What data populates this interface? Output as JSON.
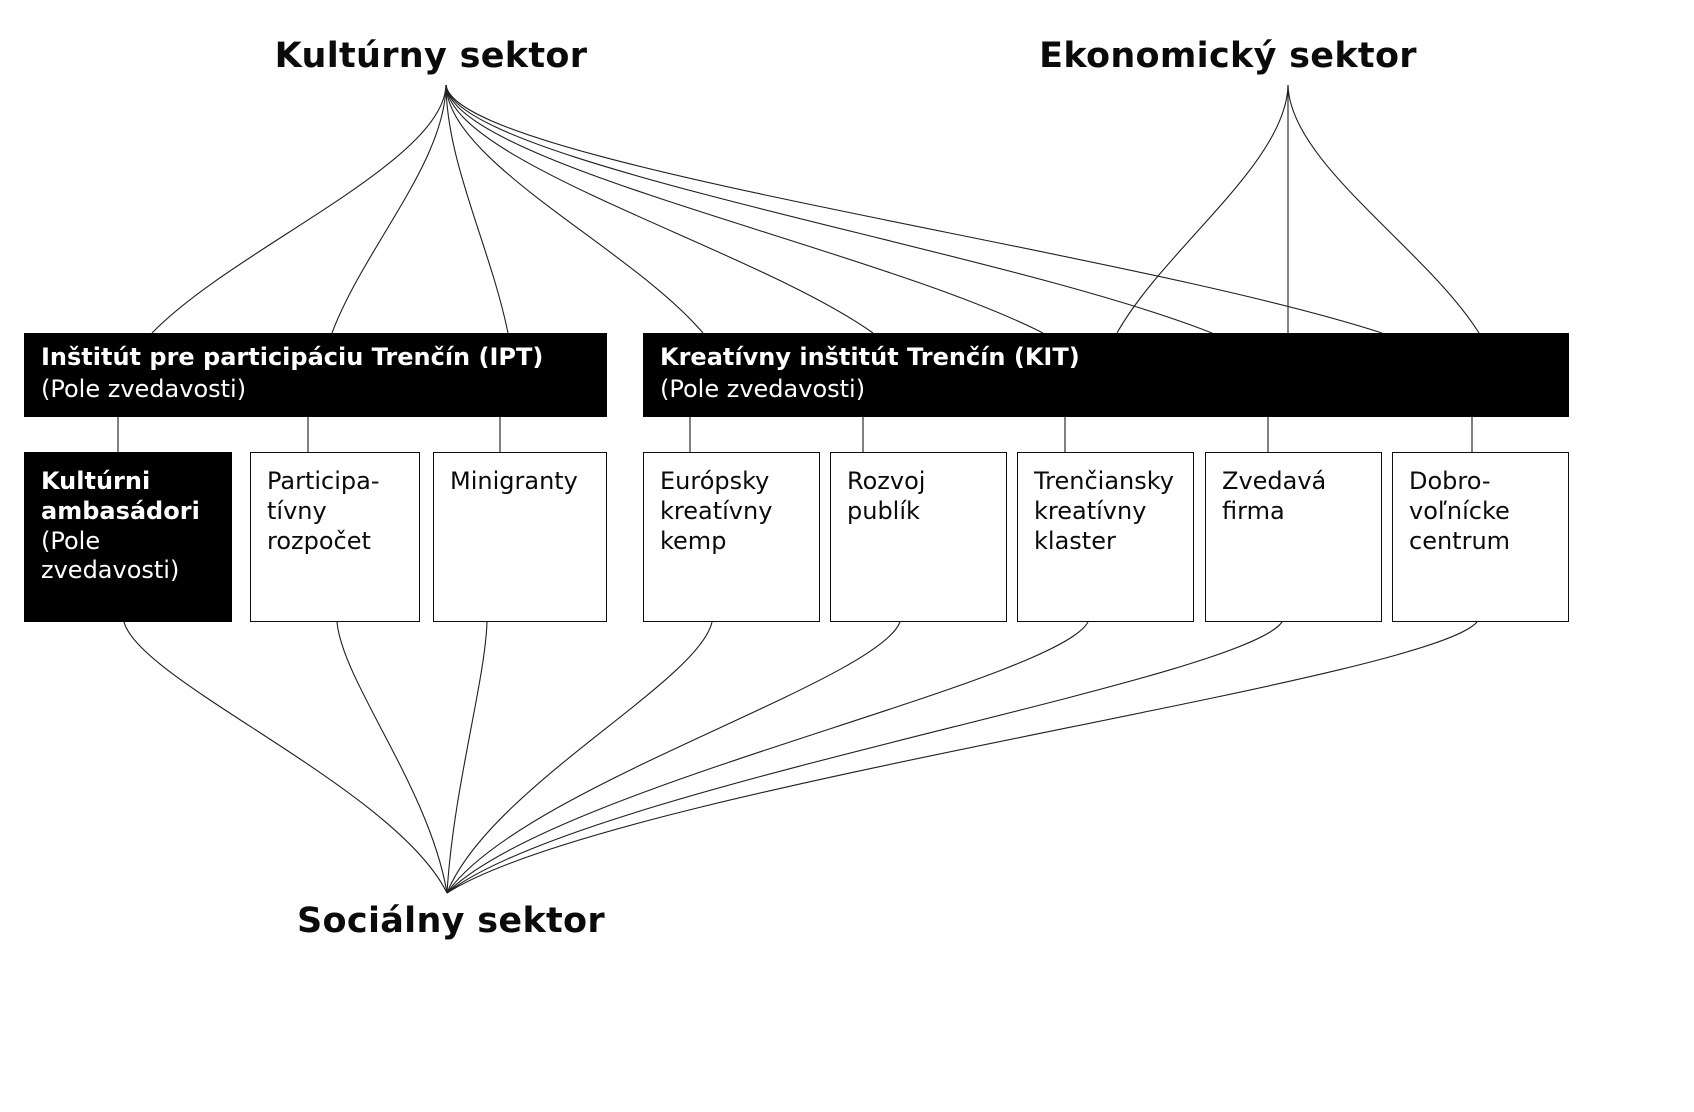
{
  "diagram": {
    "sectors": {
      "kulturny": {
        "label": "Kultúrny sektor"
      },
      "ekonomicky": {
        "label": "Ekonomický sektor"
      },
      "socialny": {
        "label": "Sociálny sektor"
      }
    },
    "institutes": {
      "ipt": {
        "title": "Inštitút pre participáciu Trenčín (IPT)",
        "subtitle": "(Pole zvedavosti)"
      },
      "kit": {
        "title": "Kreatívny inštitút Trenčín (KIT)",
        "subtitle": "(Pole zvedavosti)"
      }
    },
    "projects": [
      {
        "id": "b1",
        "label": "Kultúrni\nambasádori",
        "subtitle": "(Pole\nzvedavosti)",
        "highlighted": true,
        "parent": "ipt"
      },
      {
        "id": "b2",
        "label": "Participa-\ntívny\nrozpočet",
        "subtitle": "",
        "highlighted": false,
        "parent": "ipt"
      },
      {
        "id": "b3",
        "label": "Minigranty",
        "subtitle": "",
        "highlighted": false,
        "parent": "ipt"
      },
      {
        "id": "b4",
        "label": "Európsky\nkreatívny\nkemp",
        "subtitle": "",
        "highlighted": false,
        "parent": "kit"
      },
      {
        "id": "b5",
        "label": "Rozvoj\npublík",
        "subtitle": "",
        "highlighted": false,
        "parent": "kit"
      },
      {
        "id": "b6",
        "label": "Trenčiansky\nkreatívny\nklaster",
        "subtitle": "",
        "highlighted": false,
        "parent": "kit"
      },
      {
        "id": "b7",
        "label": "Zvedavá\nfirma",
        "subtitle": "",
        "highlighted": false,
        "parent": "kit"
      },
      {
        "id": "b8",
        "label": "Dobro-\nvoľnícke\ncentrum",
        "subtitle": "",
        "highlighted": false,
        "parent": "kit"
      }
    ],
    "connections": {
      "kulturny": [
        "b1",
        "b2",
        "b3",
        "b4",
        "b5",
        "b6",
        "b7",
        "b8"
      ],
      "ekonomicky": [
        "b6",
        "b7",
        "b8"
      ],
      "socialny": [
        "b1",
        "b2",
        "b3",
        "b4",
        "b5",
        "b6",
        "b7",
        "b8"
      ]
    },
    "colors": {
      "line": "#1f1f1f",
      "stub": "#555555",
      "block_bg": "#000000",
      "block_text": "#ffffff",
      "page_bg": "#ffffff"
    }
  }
}
